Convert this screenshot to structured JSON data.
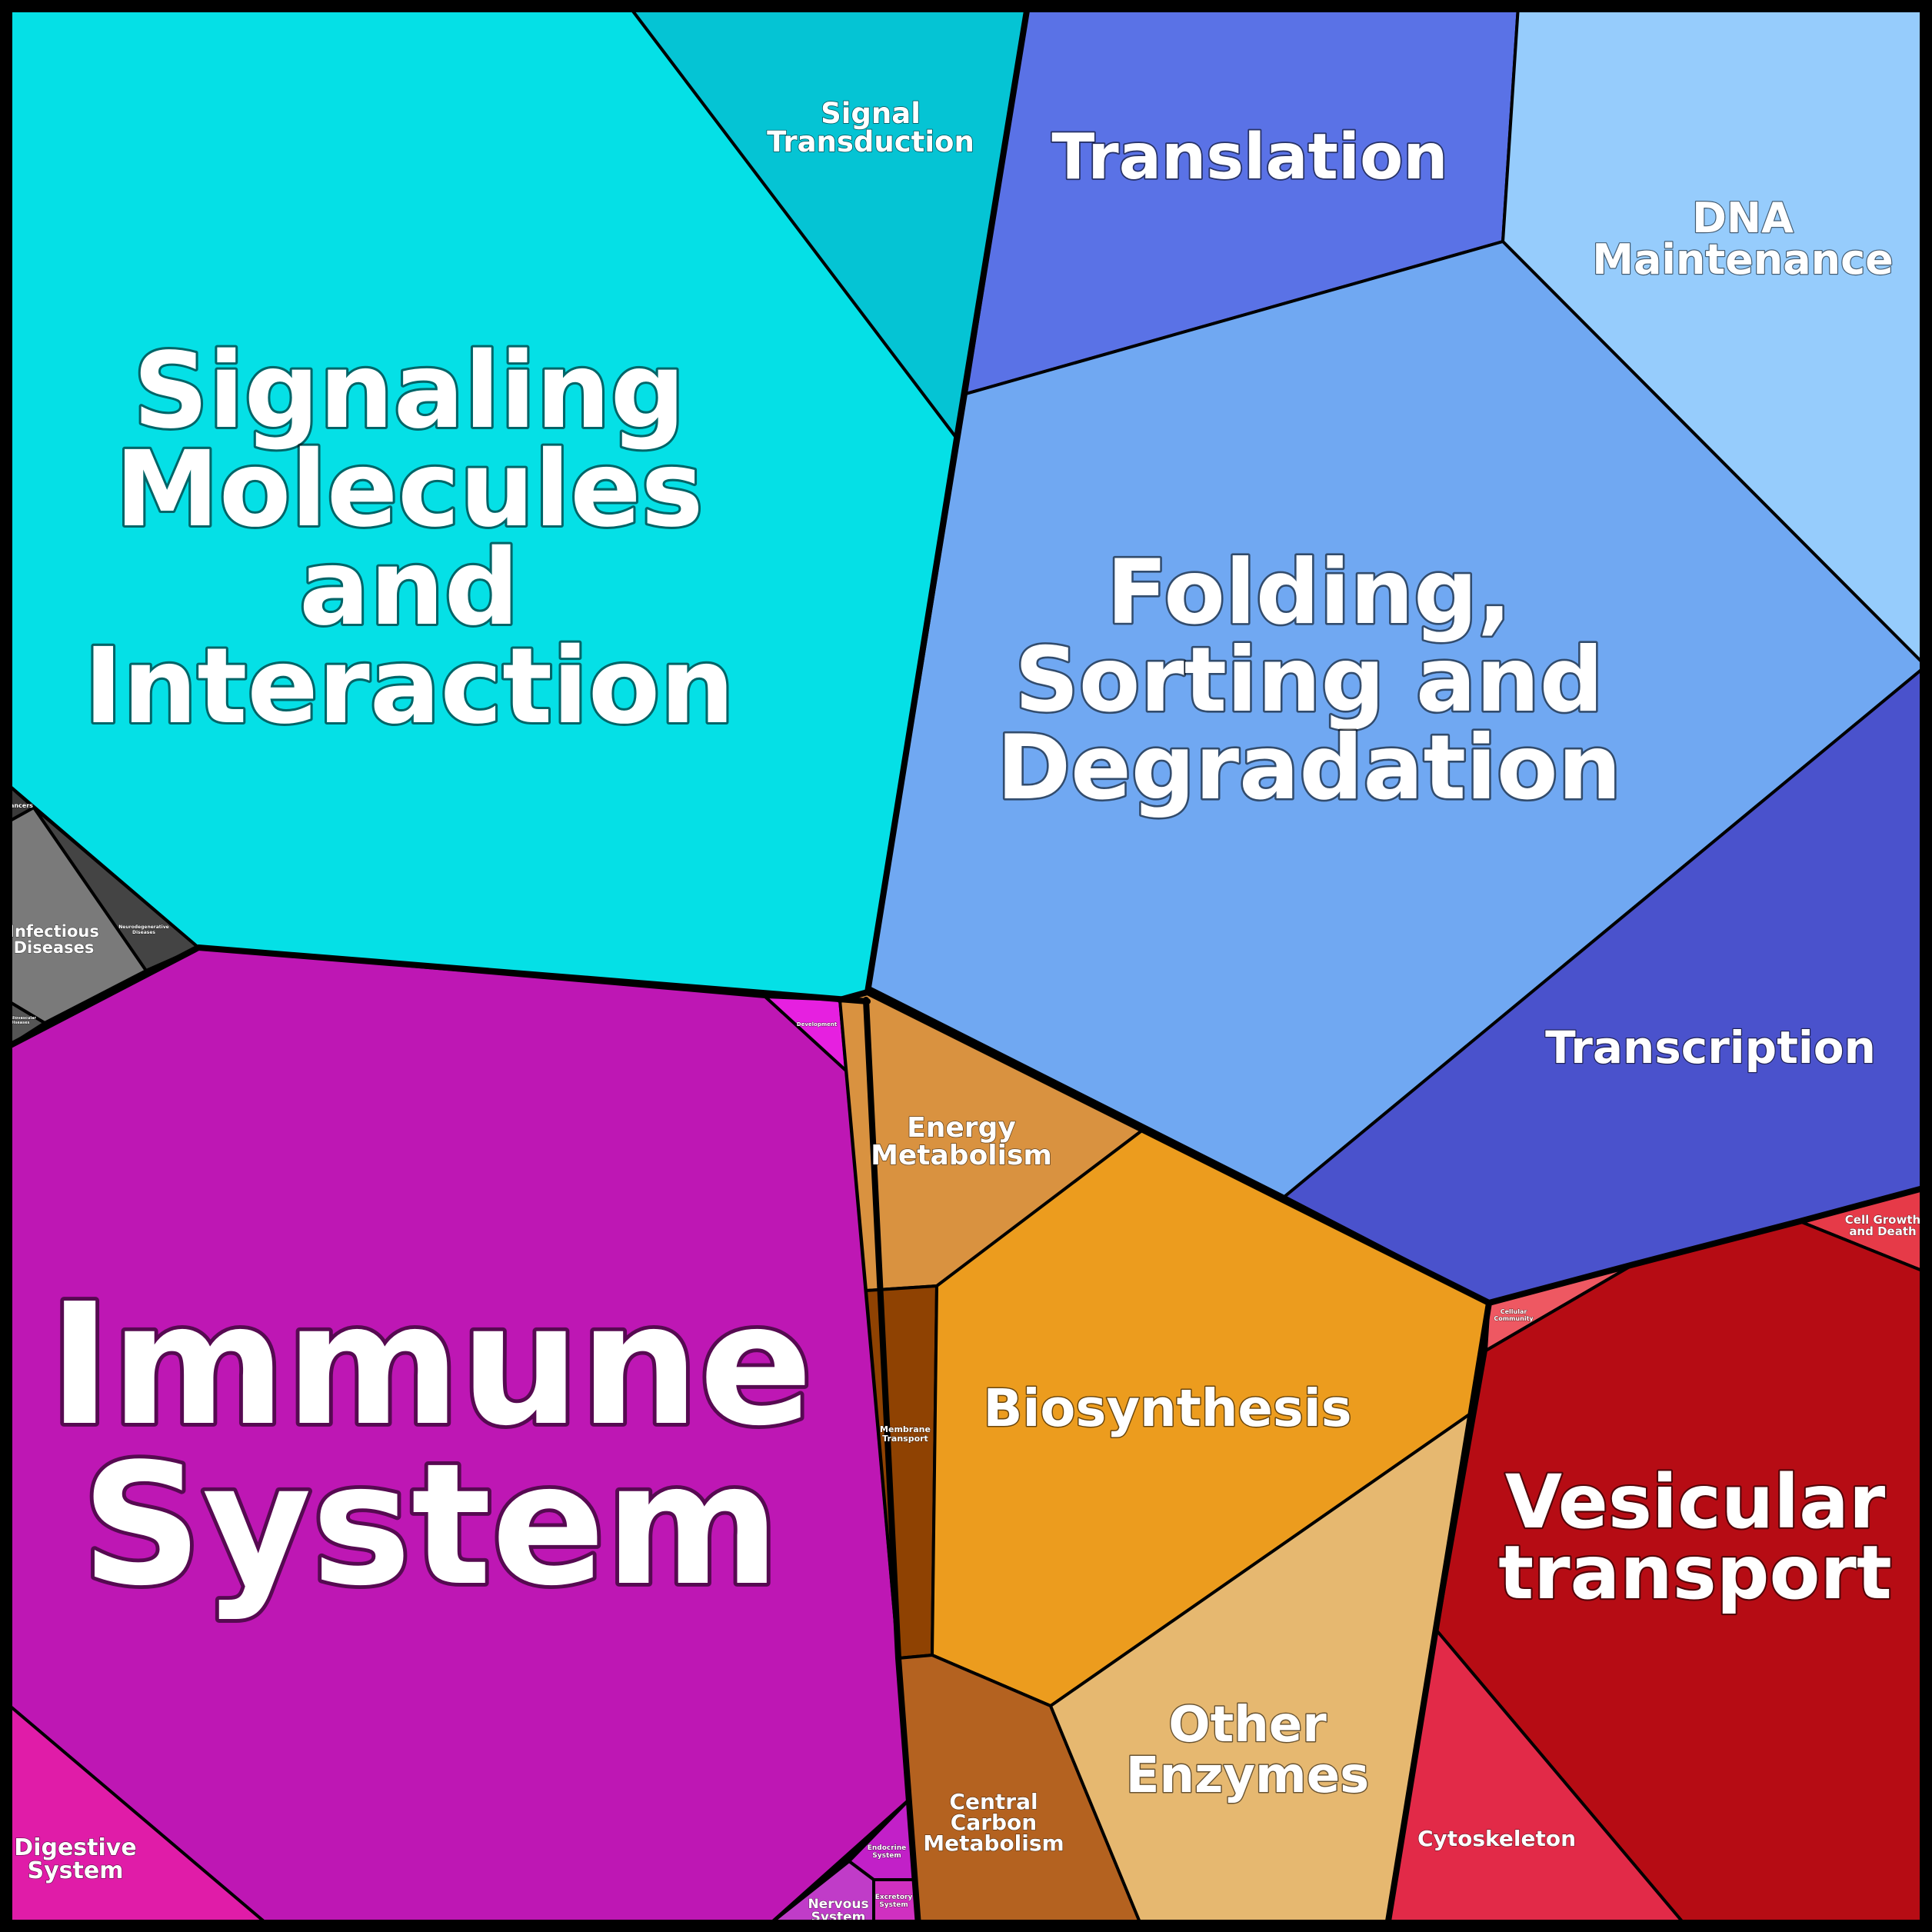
{
  "chart_data": {
    "type": "voronoi-treemap",
    "cells": [
      {
        "id": "signaling-molecules",
        "label": "Signaling Molecules and Interaction",
        "color": "#05E0E6"
      },
      {
        "id": "signal-transduction",
        "label": "Signal Transduction",
        "color": "#05C4D4"
      },
      {
        "id": "translation",
        "label": "Translation",
        "color": "#5A72E6"
      },
      {
        "id": "dna-maintenance",
        "label": "DNA Maintenance",
        "color": "#96CCFC"
      },
      {
        "id": "folding-sorting",
        "label": "Folding, Sorting and Degradation",
        "color": "#70A8F2"
      },
      {
        "id": "transcription",
        "label": "Transcription",
        "color": "#4A52CC"
      },
      {
        "id": "cancers",
        "label": "Cancers",
        "color": "#3A3A3A"
      },
      {
        "id": "infectious-diseases",
        "label": "Infectious Diseases",
        "color": "#7A7A7A"
      },
      {
        "id": "neurodegenerative-diseases",
        "label": "Neurodegenerative Diseases",
        "color": "#444444"
      },
      {
        "id": "cardiovascular-diseases",
        "label": "Cardiovascular Diseases",
        "color": "#555555"
      },
      {
        "id": "immune-system",
        "label": "Immune System",
        "color": "#BE17B4"
      },
      {
        "id": "development",
        "label": "Development",
        "color": "#E620E0"
      },
      {
        "id": "digestive-system",
        "label": "Digestive System",
        "color": "#E01CA8"
      },
      {
        "id": "endocrine-system",
        "label": "Endocrine System",
        "color": "#C220C8"
      },
      {
        "id": "nervous-system",
        "label": "Nervous System",
        "color": "#C03CC8"
      },
      {
        "id": "excretory-system",
        "label": "Excretory System",
        "color": "#D030C0"
      },
      {
        "id": "energy-metabolism",
        "label": "Energy Metabolism",
        "color": "#D99240"
      },
      {
        "id": "membrane-transport",
        "label": "Membrane Transport",
        "color": "#8F4202"
      },
      {
        "id": "biosynthesis",
        "label": "Biosynthesis",
        "color": "#EC9C1E"
      },
      {
        "id": "central-carbon-metabolism",
        "label": "Central Carbon Metabolism",
        "color": "#B46220"
      },
      {
        "id": "other-enzymes",
        "label": "Other Enzymes",
        "color": "#E6B870"
      },
      {
        "id": "cell-growth-and-death",
        "label": "Cell Growth and Death",
        "color": "#E63A48"
      },
      {
        "id": "cellular-community",
        "label": "Cellular Community",
        "color": "#EE5862"
      },
      {
        "id": "vesicular-transport",
        "label": "Vesicular transport",
        "color": "#B60C14"
      },
      {
        "id": "cytoskeleton",
        "label": "Cytoskeleton",
        "color": "#E22A48"
      }
    ]
  }
}
